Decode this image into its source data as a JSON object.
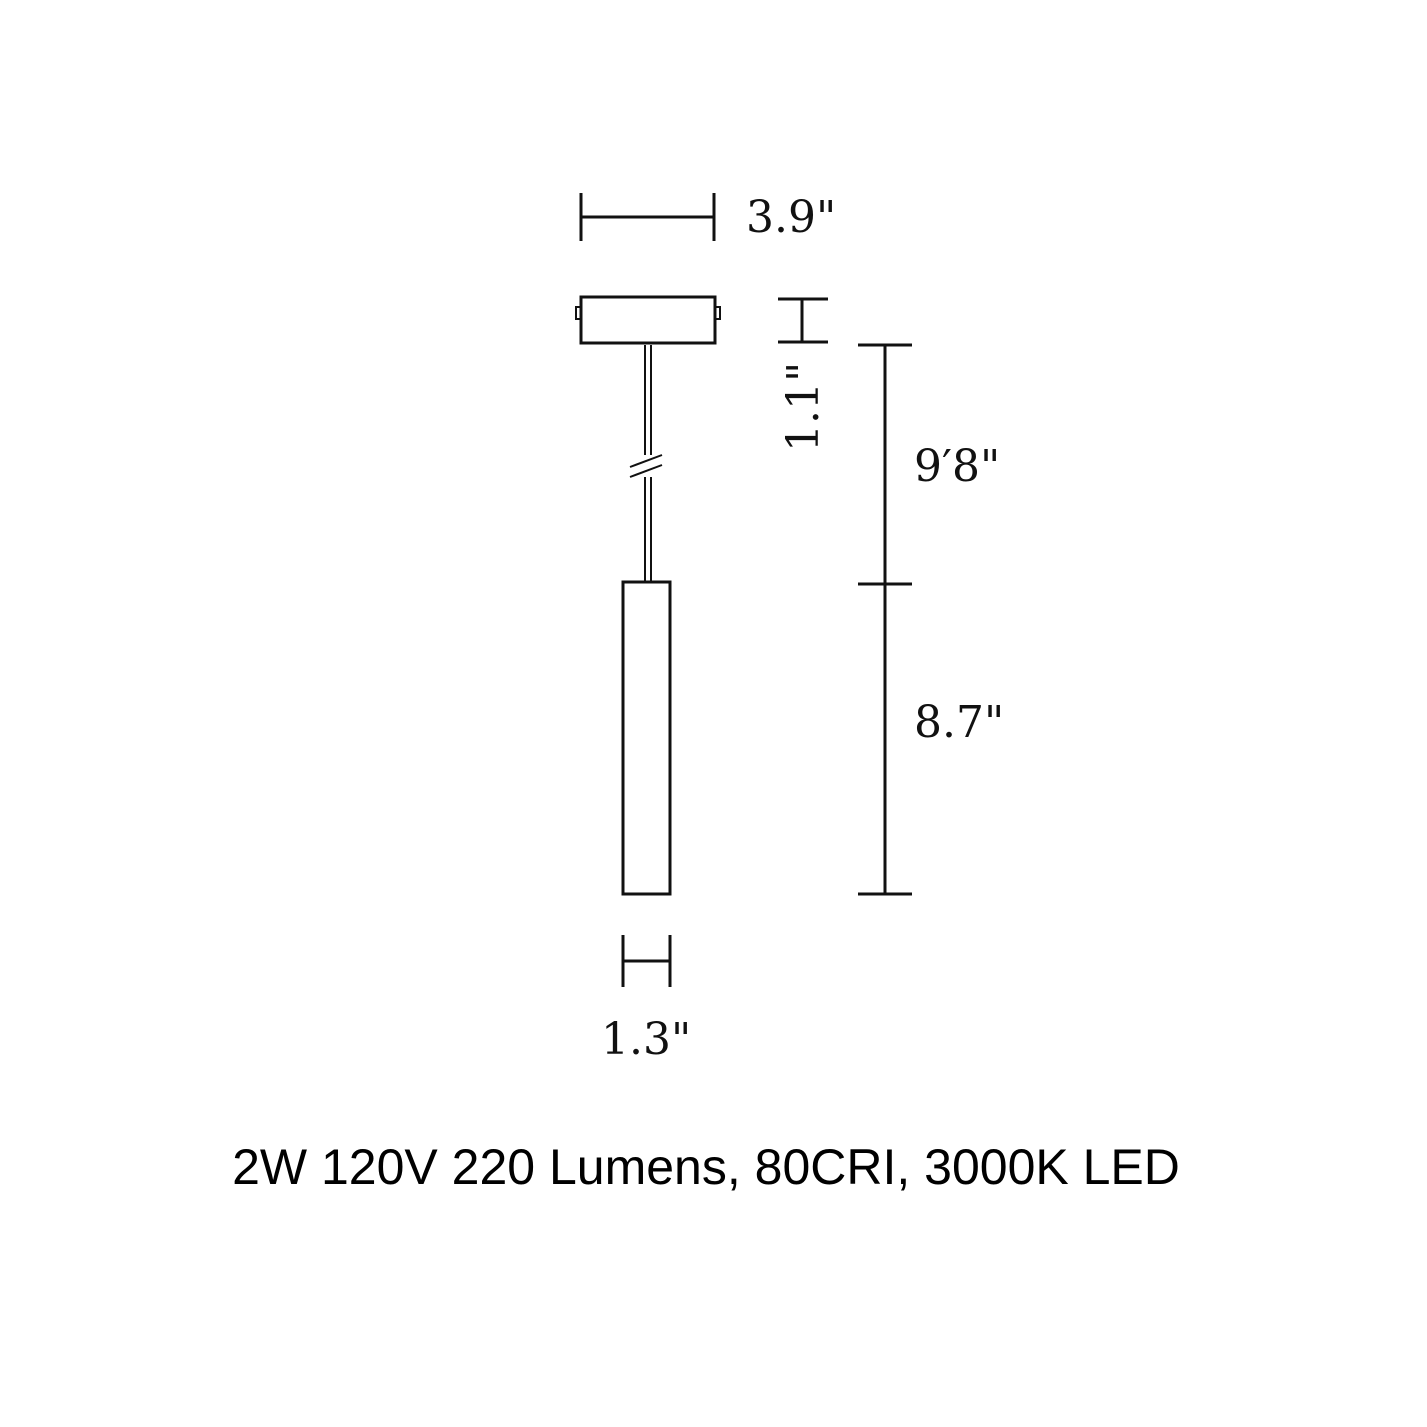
{
  "dimensions": {
    "canopy_width": "3.9\"",
    "canopy_height": "1.1\"",
    "cable_length": "9′8\"",
    "shade_length": "8.7\"",
    "shade_diameter": "1.3\""
  },
  "spec_line": "2W 120V 220 Lumens, 80CRI, 3000K LED",
  "colors": {
    "line": "#111111",
    "background": "#ffffff"
  }
}
